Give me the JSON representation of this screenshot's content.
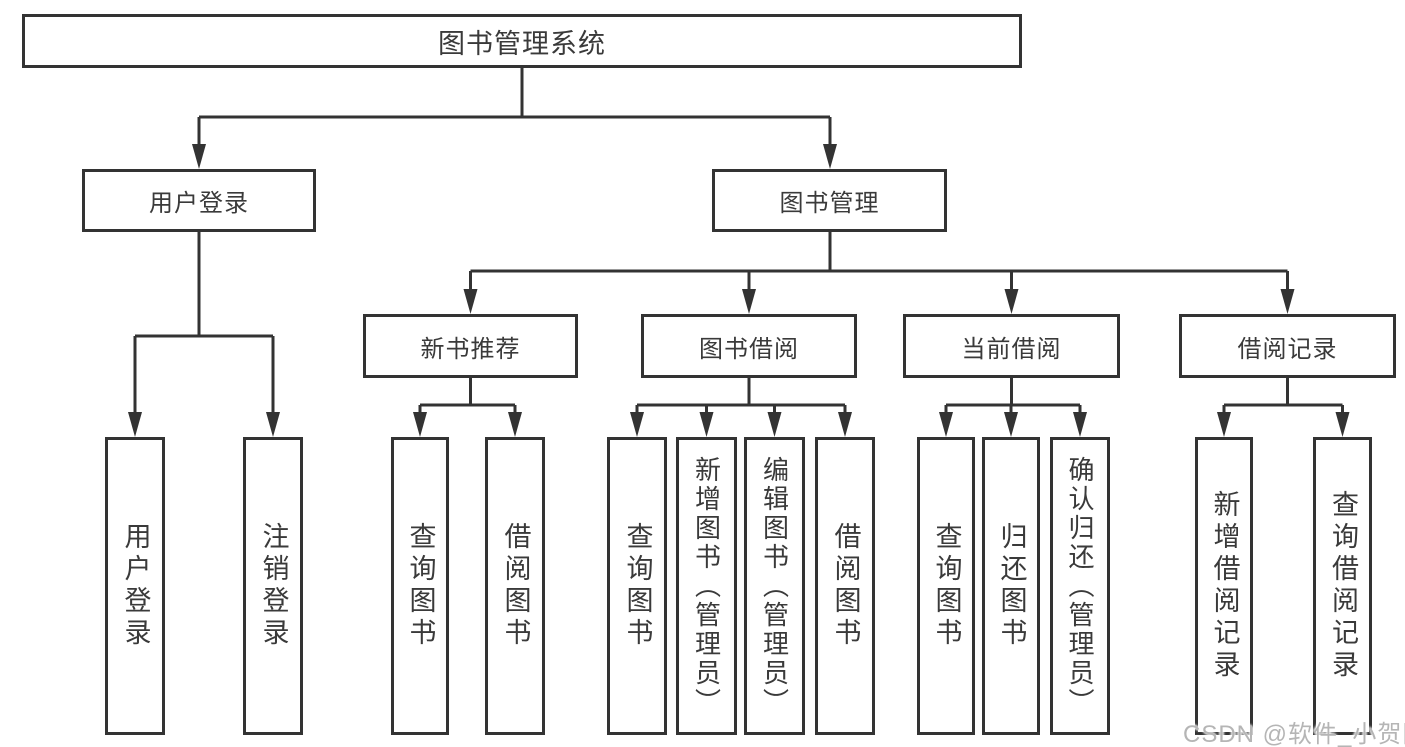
{
  "colors": {
    "line": "#333333",
    "text": "#3a3a3a",
    "background": "#ffffff",
    "watermark_text": "#b5b5b5"
  },
  "tree": {
    "label": "图书管理系统",
    "children": [
      {
        "label": "用户登录",
        "children": [
          {
            "label": "用户登录"
          },
          {
            "label": "注销登录"
          }
        ]
      },
      {
        "label": "图书管理",
        "children": [
          {
            "label": "新书推荐",
            "children": [
              {
                "label": "查询图书"
              },
              {
                "label": "借阅图书"
              }
            ]
          },
          {
            "label": "图书借阅",
            "children": [
              {
                "label": "查询图书"
              },
              {
                "label": "新增图书（管理员）"
              },
              {
                "label": "编辑图书（管理员）"
              },
              {
                "label": "借阅图书"
              }
            ]
          },
          {
            "label": "当前借阅",
            "children": [
              {
                "label": "查询图书"
              },
              {
                "label": "归还图书"
              },
              {
                "label": "确认归还（管理员）"
              }
            ]
          },
          {
            "label": "借阅记录",
            "children": [
              {
                "label": "新增借阅记录"
              },
              {
                "label": "查询借阅记录"
              }
            ]
          }
        ]
      }
    ]
  },
  "watermark": {
    "text": "CSDN @软件_小贺同学"
  }
}
